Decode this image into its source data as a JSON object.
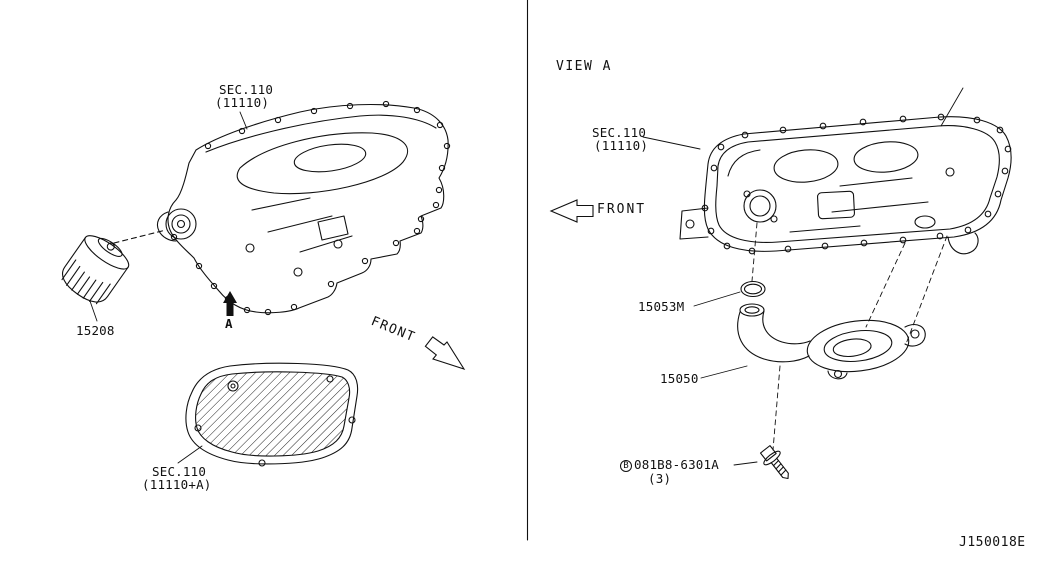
{
  "diagram": {
    "code": "J150018E",
    "left_view": {
      "upper_pan": {
        "sec": "SEC.110",
        "num": "(11110)"
      },
      "oil_filter_part": "15208",
      "view_marker": "A",
      "front": "FRONT",
      "lower_pan": {
        "sec": "SEC.110",
        "num": "(11110+A)"
      }
    },
    "view_a": {
      "title": "VIEW A",
      "pan": {
        "sec": "SEC.110",
        "num": "(11110)"
      },
      "front": "FRONT",
      "o_ring_part": "15053M",
      "strainer_part": "15050",
      "bolt": {
        "prefix": "B",
        "part": "081B8-6301A",
        "qty": "(3)"
      }
    }
  }
}
